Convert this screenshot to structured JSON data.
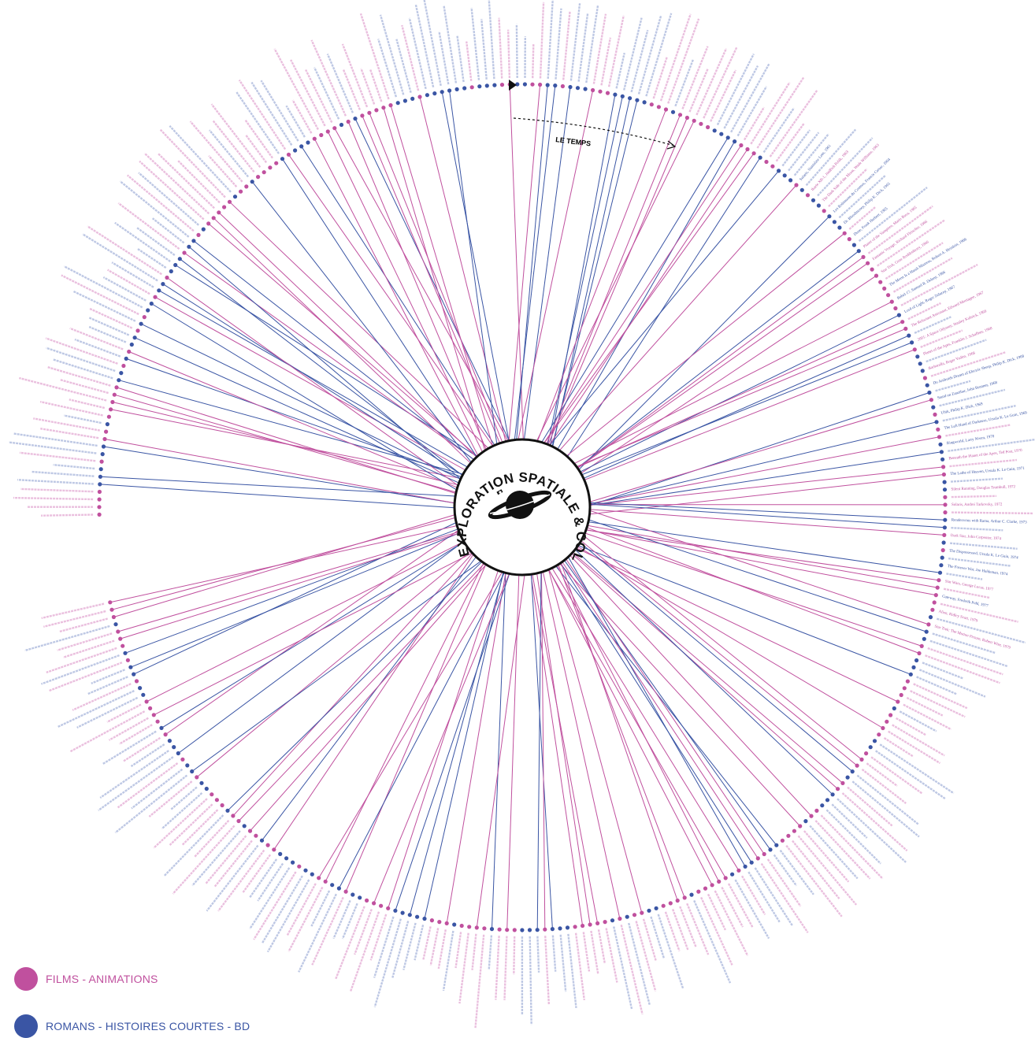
{
  "hub": {
    "title": "EXPLORATION SPATIALE & COLONISATION PLANETAIRE",
    "icon": "saturn-planet-icon",
    "satellite_icon": "satellite-icon"
  },
  "time_arrow": {
    "label": "LE TEMPS"
  },
  "legend": {
    "films": {
      "label": "FILMS - ANIMATIONS",
      "color": "#c0509e"
    },
    "romans": {
      "label": "ROMANS - HISTOIRES COURTES - BD",
      "color": "#3a55a4"
    }
  },
  "colors": {
    "films": "#c0509e",
    "romans": "#3a55a4",
    "films_label": "#d98cc4",
    "romans_label": "#8a9ccf",
    "ring": "#222222"
  },
  "readable_labels": [
    {
      "text": "Solaris, Stanislaw Lem, 1961",
      "type": "romans"
    },
    {
      "text": "Ikarie XB-1, Jindřich Polák, 1963",
      "type": "films"
    },
    {
      "text": "The Dark Side of the Moon, Wade Williams, 1963",
      "type": "films"
    },
    {
      "text": "Les Robinsons du Cosmos, Francis Carsac, 1964",
      "type": "romans"
    },
    {
      "text": "Dr. Bloodmoney, Philip K. Dick, 1965",
      "type": "romans"
    },
    {
      "text": "Dune, Frank Herbert, 1965",
      "type": "romans"
    },
    {
      "text": "Planet of the Vampires, Mario Bava, 1965",
      "type": "films"
    },
    {
      "text": "Fantastic Voyage, Richard Fleischer, 1966",
      "type": "films"
    },
    {
      "text": "Star Trek, Gene Roddenberry, 1966",
      "type": "films"
    },
    {
      "text": "The Moon Is a Harsh Mistress, Robert A. Heinlein, 1966",
      "type": "romans"
    },
    {
      "text": "Babel-17, Samuel R. Delany, 1966",
      "type": "romans"
    },
    {
      "text": "Lord of Light, Roger Zelazny, 1967",
      "type": "romans"
    },
    {
      "text": "The Reluctant Astronaut, Edward Montagne, 1967",
      "type": "films"
    },
    {
      "text": "2001: A Space Odyssey, Stanley Kubrick, 1968",
      "type": "films"
    },
    {
      "text": "Planet of the Apes, Franklin J. Schaffner, 1968",
      "type": "films"
    },
    {
      "text": "Barbarella, Roger Vadim, 1968",
      "type": "films"
    },
    {
      "text": "Do Androids Dream of Electric Sheep, Philip K. Dick, 1968",
      "type": "romans"
    },
    {
      "text": "Stand on Zanzibar, John Brunner, 1968",
      "type": "romans"
    },
    {
      "text": "Ubik, Philip K. Dick, 1969",
      "type": "romans"
    },
    {
      "text": "The Left Hand of Darkness, Ursula K. Le Guin, 1969",
      "type": "romans"
    },
    {
      "text": "Ringworld, Larry Niven, 1970",
      "type": "romans"
    },
    {
      "text": "Beneath the Planet of the Apes, Ted Post, 1970",
      "type": "films"
    },
    {
      "text": "The Lathe of Heaven, Ursula K. Le Guin, 1971",
      "type": "romans"
    },
    {
      "text": "Silent Running, Douglas Trumbull, 1972",
      "type": "films"
    },
    {
      "text": "Solaris, Andrei Tarkovsky, 1972",
      "type": "films"
    },
    {
      "text": "Rendezvous with Rama, Arthur C. Clarke, 1973",
      "type": "romans"
    },
    {
      "text": "Dark Star, John Carpenter, 1974",
      "type": "films"
    },
    {
      "text": "The Dispossessed, Ursula K. Le Guin, 1974",
      "type": "romans"
    },
    {
      "text": "The Forever War, Joe Haldeman, 1974",
      "type": "romans"
    },
    {
      "text": "Star Wars, George Lucas, 1977",
      "type": "films"
    },
    {
      "text": "Gateway, Frederik Pohl, 1977",
      "type": "romans"
    },
    {
      "text": "Alien, Ridley Scott, 1979",
      "type": "films"
    },
    {
      "text": "Star Trek: The Motion Picture, Robert Wise, 1979",
      "type": "films"
    }
  ]
}
